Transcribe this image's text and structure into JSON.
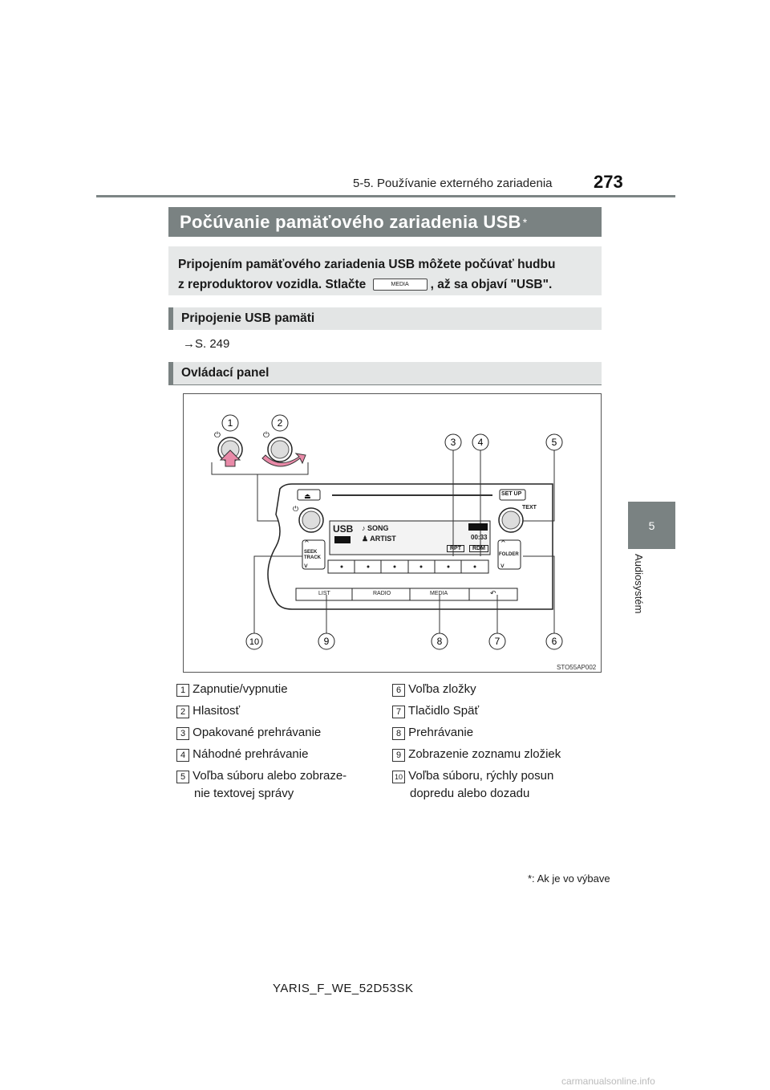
{
  "header": {
    "section": "5-5. Používanie externého zariadenia",
    "page_number": "273"
  },
  "side_tab": {
    "chapter_number": "5",
    "chapter_label": "Audiosystém"
  },
  "title": {
    "text": "Počúvanie pamäťového zariadenia USB",
    "asterisk": "*"
  },
  "intro": {
    "line1": "Pripojením pamäťového zariadenia USB môžete počúvať hudbu",
    "line2_before": "z reproduktorov vozidla. Stlačte",
    "button_label": "MEDIA",
    "line2_after": ", až sa objaví \"USB\"."
  },
  "subhead1": "Pripojenie USB pamäti",
  "reference": "→S. 249",
  "subhead2": "Ovládací panel",
  "figure": {
    "code": "STO55AP002",
    "display": {
      "usb": "USB",
      "song": "♪ SONG",
      "artist": "♟ ARTIST",
      "time": "00:33",
      "rpt": "RPT",
      "rdm": "RDM"
    },
    "buttons": {
      "setup": "SET UP",
      "text": "TEXT",
      "seek_track": "SEEK TRACK",
      "folder": "FOLDER",
      "list": "LIST",
      "radio": "RADIO",
      "media": "MEDIA",
      "back": "↶"
    },
    "callouts": [
      "1",
      "2",
      "3",
      "4",
      "5",
      "6",
      "7",
      "8",
      "9",
      "10"
    ]
  },
  "legend_left": [
    {
      "num": "1",
      "text": "Zapnutie/vypnutie"
    },
    {
      "num": "2",
      "text": "Hlasitosť"
    },
    {
      "num": "3",
      "text": "Opakované prehrávanie"
    },
    {
      "num": "4",
      "text": "Náhodné prehrávanie"
    },
    {
      "num": "5",
      "text": "Voľba súboru alebo zobraze-",
      "text2": "nie textovej správy"
    }
  ],
  "legend_right": [
    {
      "num": "6",
      "text": "Voľba zložky"
    },
    {
      "num": "7",
      "text": "Tlačidlo Späť"
    },
    {
      "num": "8",
      "text": "Prehrávanie"
    },
    {
      "num": "9",
      "text": "Zobrazenie zoznamu zložiek"
    },
    {
      "num": "10",
      "text": "Voľba súboru, rýchly posun",
      "text2": "dopredu alebo dozadu"
    }
  ],
  "footnote": "*: Ak je vo výbave",
  "footer": "YARIS_F_WE_52D53SK",
  "watermark": "carmanualsonline.info"
}
